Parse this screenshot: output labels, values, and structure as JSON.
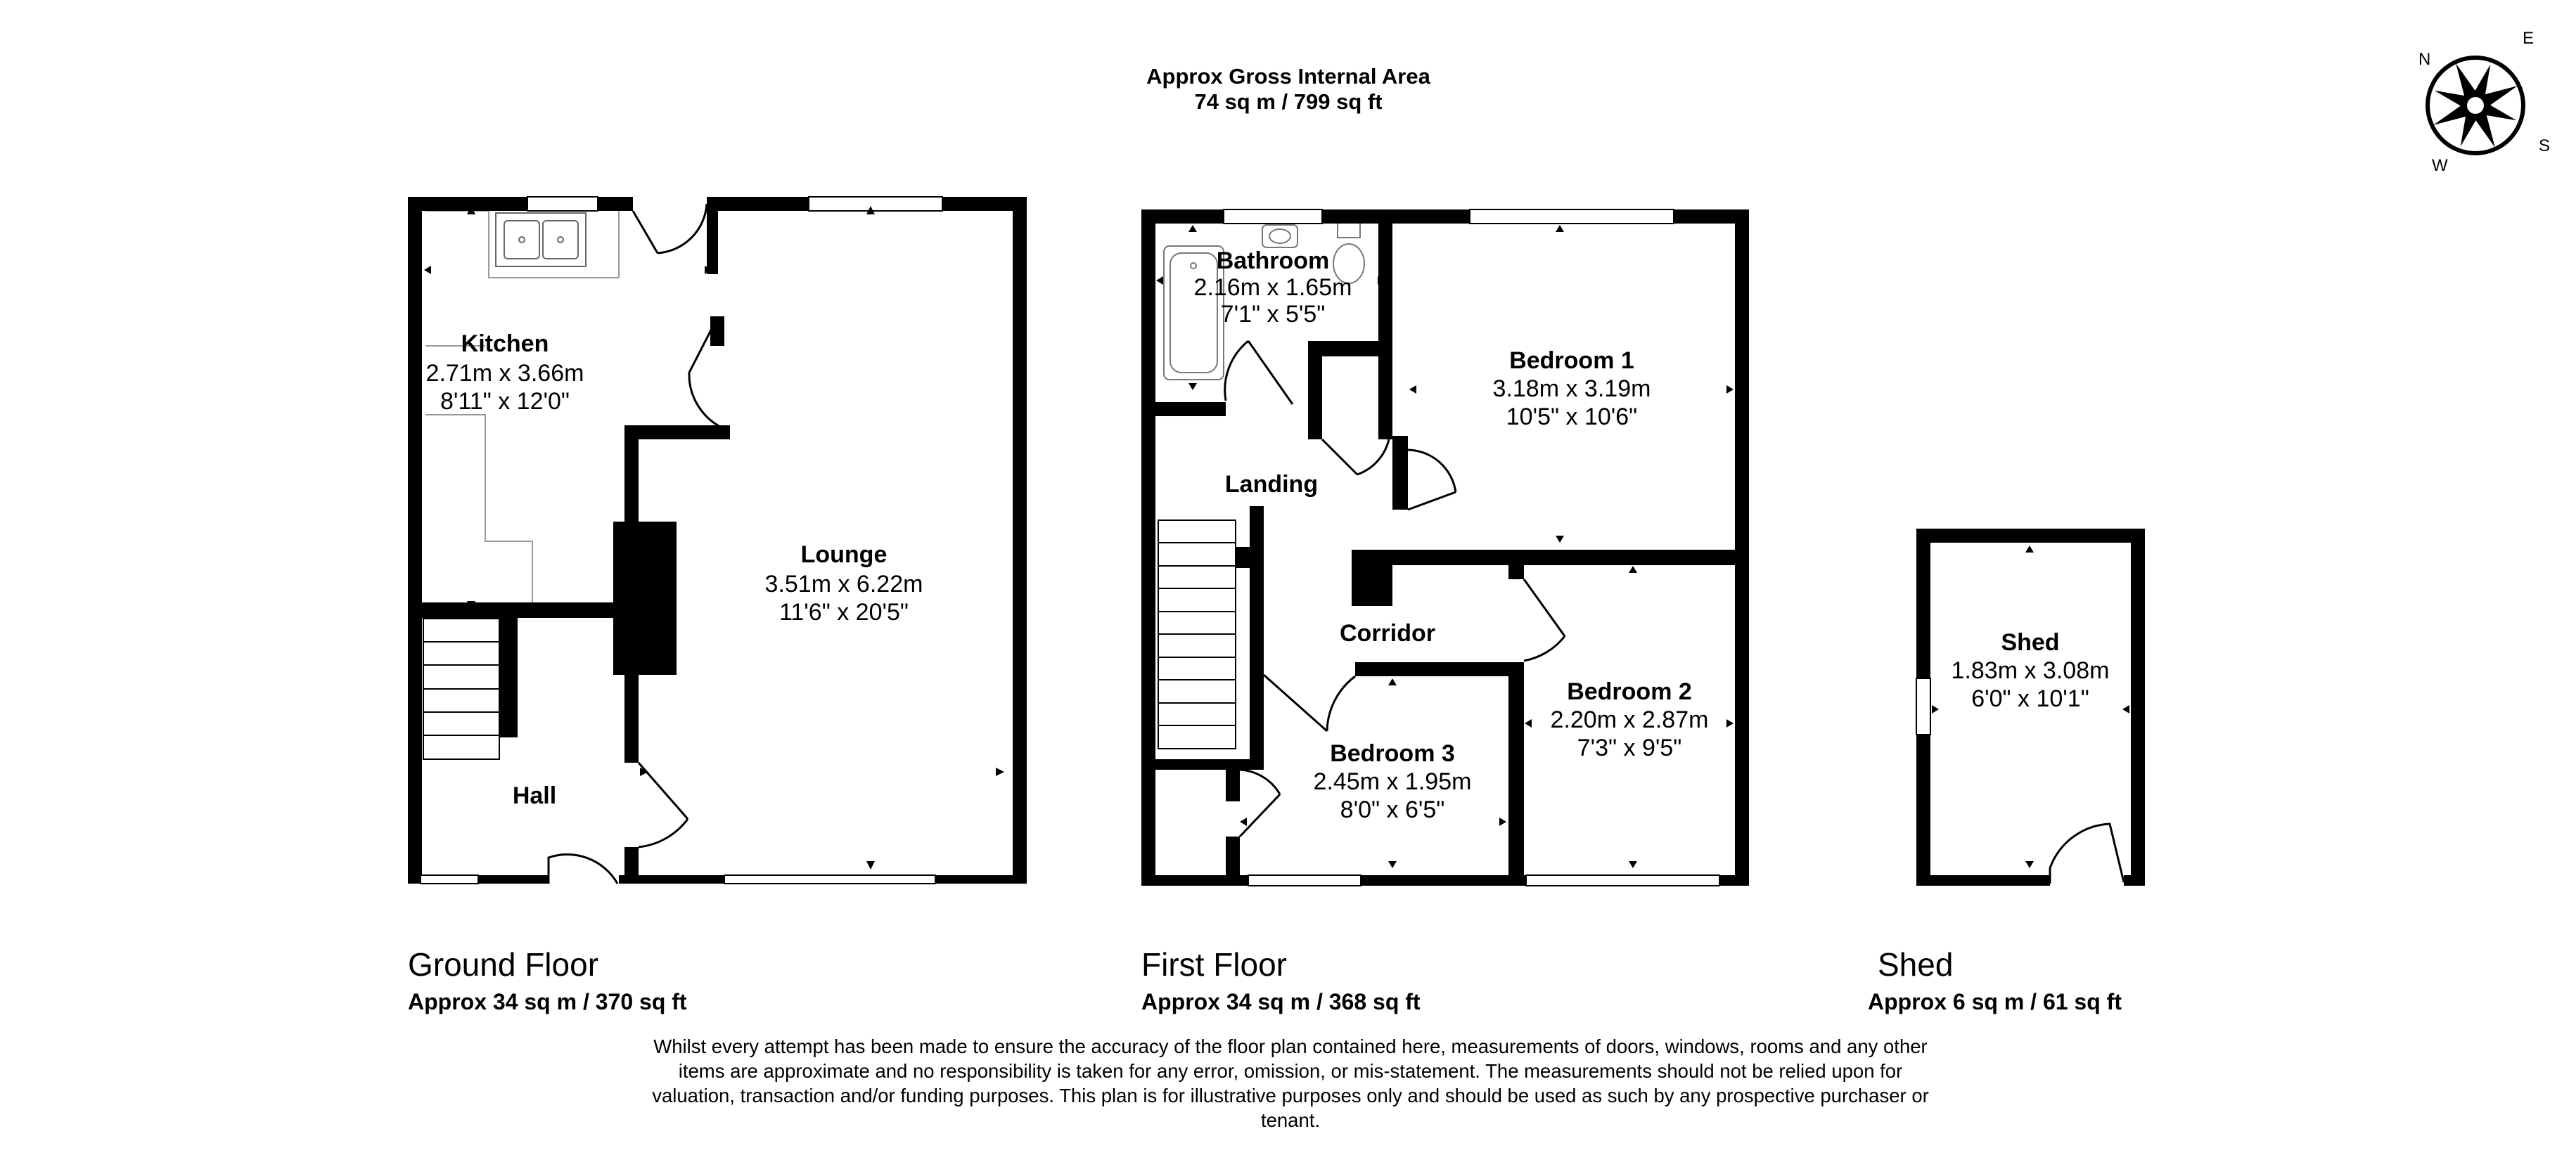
{
  "header": {
    "title": "Approx Gross Internal Area",
    "total_area": "74 sq m / 799 sq ft"
  },
  "compass": {
    "n": "N",
    "e": "E",
    "s": "S",
    "w": "W"
  },
  "floors": {
    "ground": {
      "name": "Ground Floor",
      "area": "Approx 34 sq m / 370 sq ft"
    },
    "first": {
      "name": "First Floor",
      "area": "Approx 34 sq m / 368 sq ft"
    },
    "shed": {
      "name": "Shed",
      "area": "Approx 6 sq m / 61 sq ft"
    }
  },
  "rooms": {
    "kitchen": {
      "name": "Kitchen",
      "metric": "2.71m x 3.66m",
      "imperial": "8'11\" x 12'0\""
    },
    "lounge": {
      "name": "Lounge",
      "metric": "3.51m x 6.22m",
      "imperial": "11'6\" x 20'5\""
    },
    "hall": {
      "name": "Hall"
    },
    "bathroom": {
      "name": "Bathroom",
      "metric": "2.16m x 1.65m",
      "imperial": "7'1\" x 5'5\""
    },
    "bedroom1": {
      "name": "Bedroom 1",
      "metric": "3.18m x 3.19m",
      "imperial": "10'5\" x 10'6\""
    },
    "landing": {
      "name": "Landing"
    },
    "corridor": {
      "name": "Corridor"
    },
    "bedroom2": {
      "name": "Bedroom 2",
      "metric": "2.20m x 2.87m",
      "imperial": "7'3\" x 9'5\""
    },
    "bedroom3": {
      "name": "Bedroom 3",
      "metric": "2.45m x 1.95m",
      "imperial": "8'0\" x 6'5\""
    },
    "shed": {
      "name": "Shed",
      "metric": "1.83m x 3.08m",
      "imperial": "6'0\" x 10'1\""
    }
  },
  "disclaimer": "Whilst every attempt has been made to ensure the accuracy of the floor plan contained here, measurements of doors, windows, rooms and any other items are approximate and no responsibility is taken for any error, omission, or mis-statement. The measurements should not be relied upon for valuation, transaction and/or funding purposes. This plan is for illustrative purposes only and should be used as such by any prospective purchaser or tenant."
}
